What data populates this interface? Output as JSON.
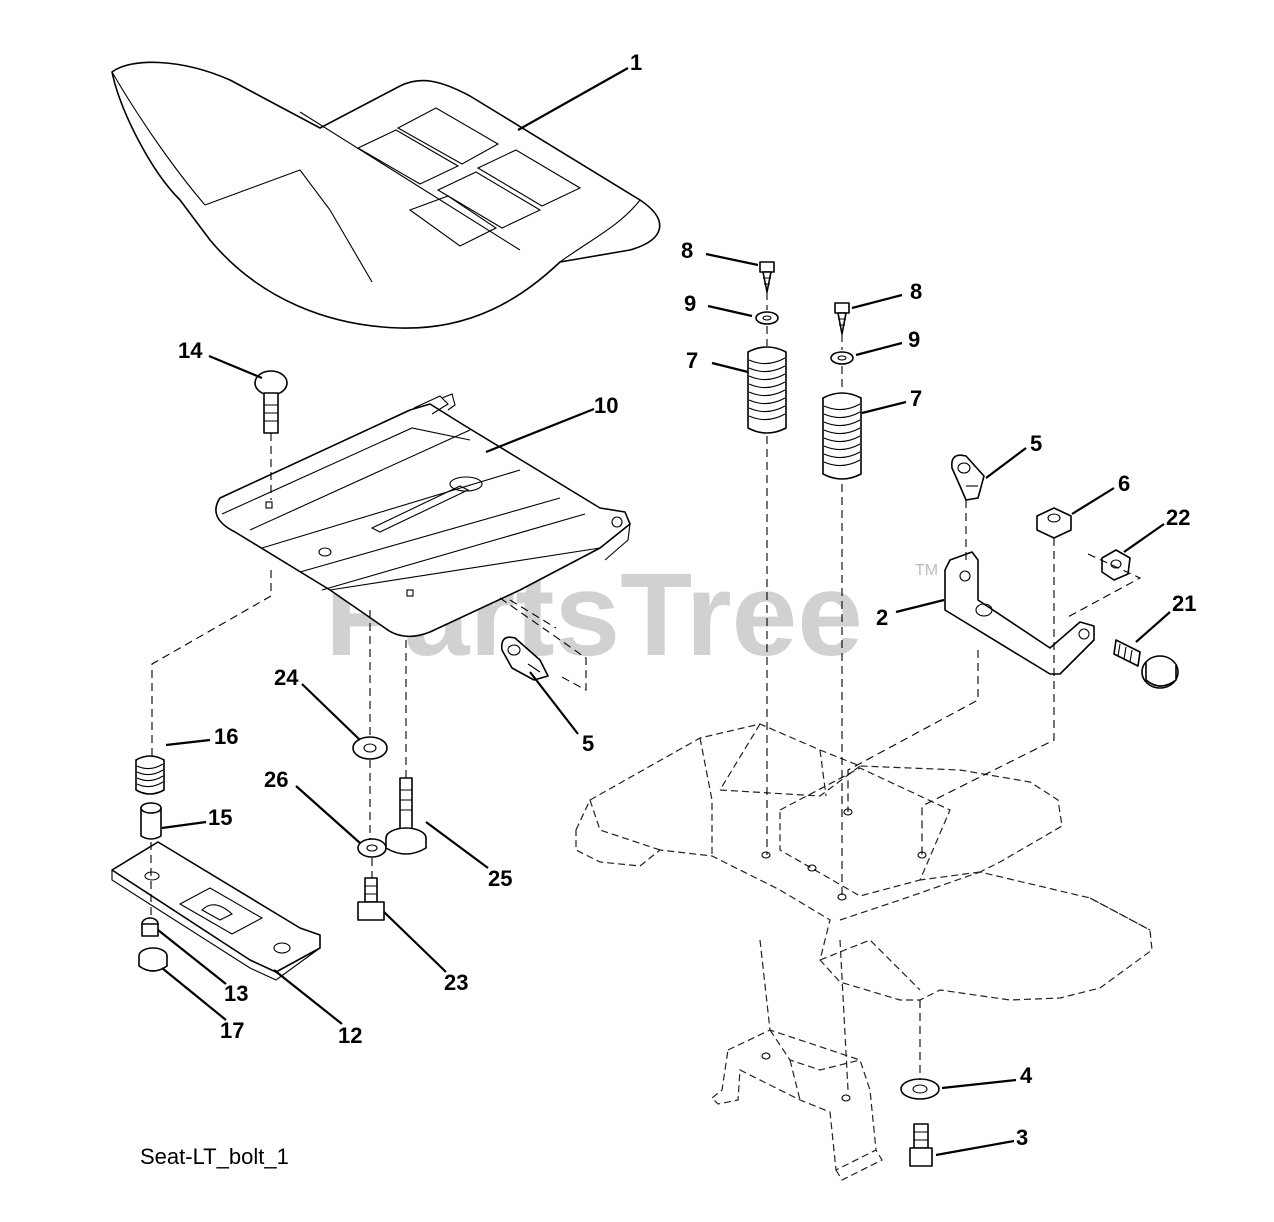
{
  "watermark": {
    "text": "PartsTree",
    "tm": "TM"
  },
  "caption": "Seat-LT_bolt_1",
  "callouts": {
    "c1": "1",
    "c2": "2",
    "c3": "3",
    "c4": "4",
    "c5a": "5",
    "c5b": "5",
    "c6": "6",
    "c7a": "7",
    "c7b": "7",
    "c8a": "8",
    "c8b": "8",
    "c9a": "9",
    "c9b": "9",
    "c10": "10",
    "c12": "12",
    "c13": "13",
    "c14": "14",
    "c15": "15",
    "c16": "16",
    "c17": "17",
    "c21": "21",
    "c22": "22",
    "c23": "23",
    "c24": "24",
    "c25": "25",
    "c26": "26"
  }
}
